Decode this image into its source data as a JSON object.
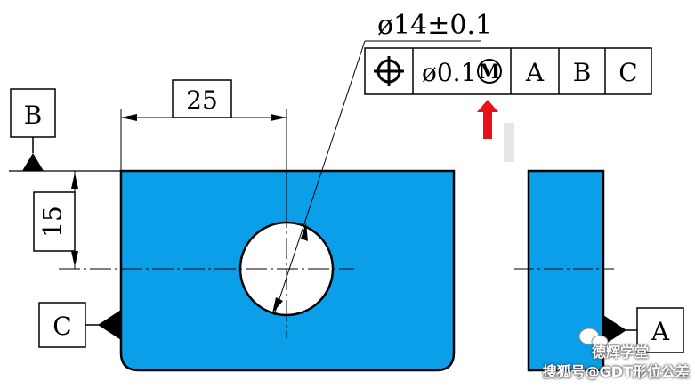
{
  "colors": {
    "part_fill": "#0a9fe8",
    "arrow": "#e8101a",
    "line": "#000000"
  },
  "hole_size_callout": "ø14±0.1",
  "feature_control_frame": {
    "symbol": "position-icon",
    "tolerance": "ø0.1",
    "modifier": "M",
    "datums": [
      "A",
      "B",
      "C"
    ]
  },
  "datum_b_label": "B",
  "datum_c_label": "C",
  "datum_a_label": "A",
  "dim_horizontal": "25",
  "dim_vertical": "15",
  "watermark": {
    "line1": "德辉学堂",
    "line2": "搜狐号@GDT形位公差"
  }
}
